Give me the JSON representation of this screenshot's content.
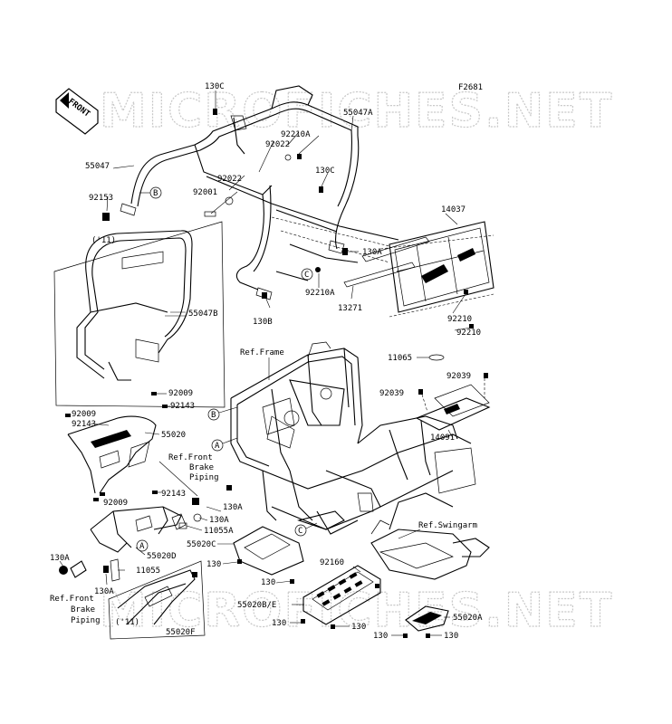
{
  "figure_id": "F2681",
  "watermark": "MICROFICHES.NET",
  "front_tag": "FRONT",
  "year_tag": "('11)",
  "circle_letters": {
    "a": "A",
    "b": "B",
    "c": "C"
  },
  "labels": {
    "l130c_top": "130C",
    "l55047a": "55047A",
    "l92210a_top": "92210A",
    "l92022_a": "92022",
    "l55047": "55047",
    "l130c_mid": "130C",
    "l92022_b": "92022",
    "l92153": "92153",
    "l92001": "92001",
    "l14037": "14037",
    "l130a_top": "130A",
    "l92210a_mid": "92210A",
    "l13271": "13271",
    "l55047b": "55047B",
    "l130b": "130B",
    "l92210_a": "92210",
    "l92210_b": "92210",
    "ref_frame": "Ref.Frame",
    "l11065": "11065",
    "l92039_a": "92039",
    "l92039_b": "92039",
    "l14091": "14091",
    "l92009_a": "92009",
    "l92143_a": "92143",
    "l92009_b": "92009",
    "l92143_b": "92143",
    "l55020": "55020",
    "ref_front_brake_1": "Ref.Front",
    "ref_front_brake_2": "Brake",
    "ref_front_brake_3": "Piping",
    "l92143_c": "92143",
    "l92009_c": "92009",
    "l130a_a": "130A",
    "l130a_b": "130A",
    "l11055a": "11055A",
    "l55020c": "55020C",
    "l55020d": "55020D",
    "l130_a": "130",
    "l130_b": "130",
    "l130a_c": "130A",
    "l11055": "11055",
    "l130a_d": "130A",
    "ref_front_brake2_1": "Ref.Front",
    "ref_front_brake2_2": "Brake",
    "ref_front_brake2_3": "Piping",
    "l55020f": "55020F",
    "ref_swingarm": "Ref.Swingarm",
    "l92160": "92160",
    "l55020be": "55020B/E",
    "l130_c": "130",
    "l130_d": "130",
    "l55020a": "55020A",
    "l130_e": "130",
    "l130_f": "130"
  }
}
